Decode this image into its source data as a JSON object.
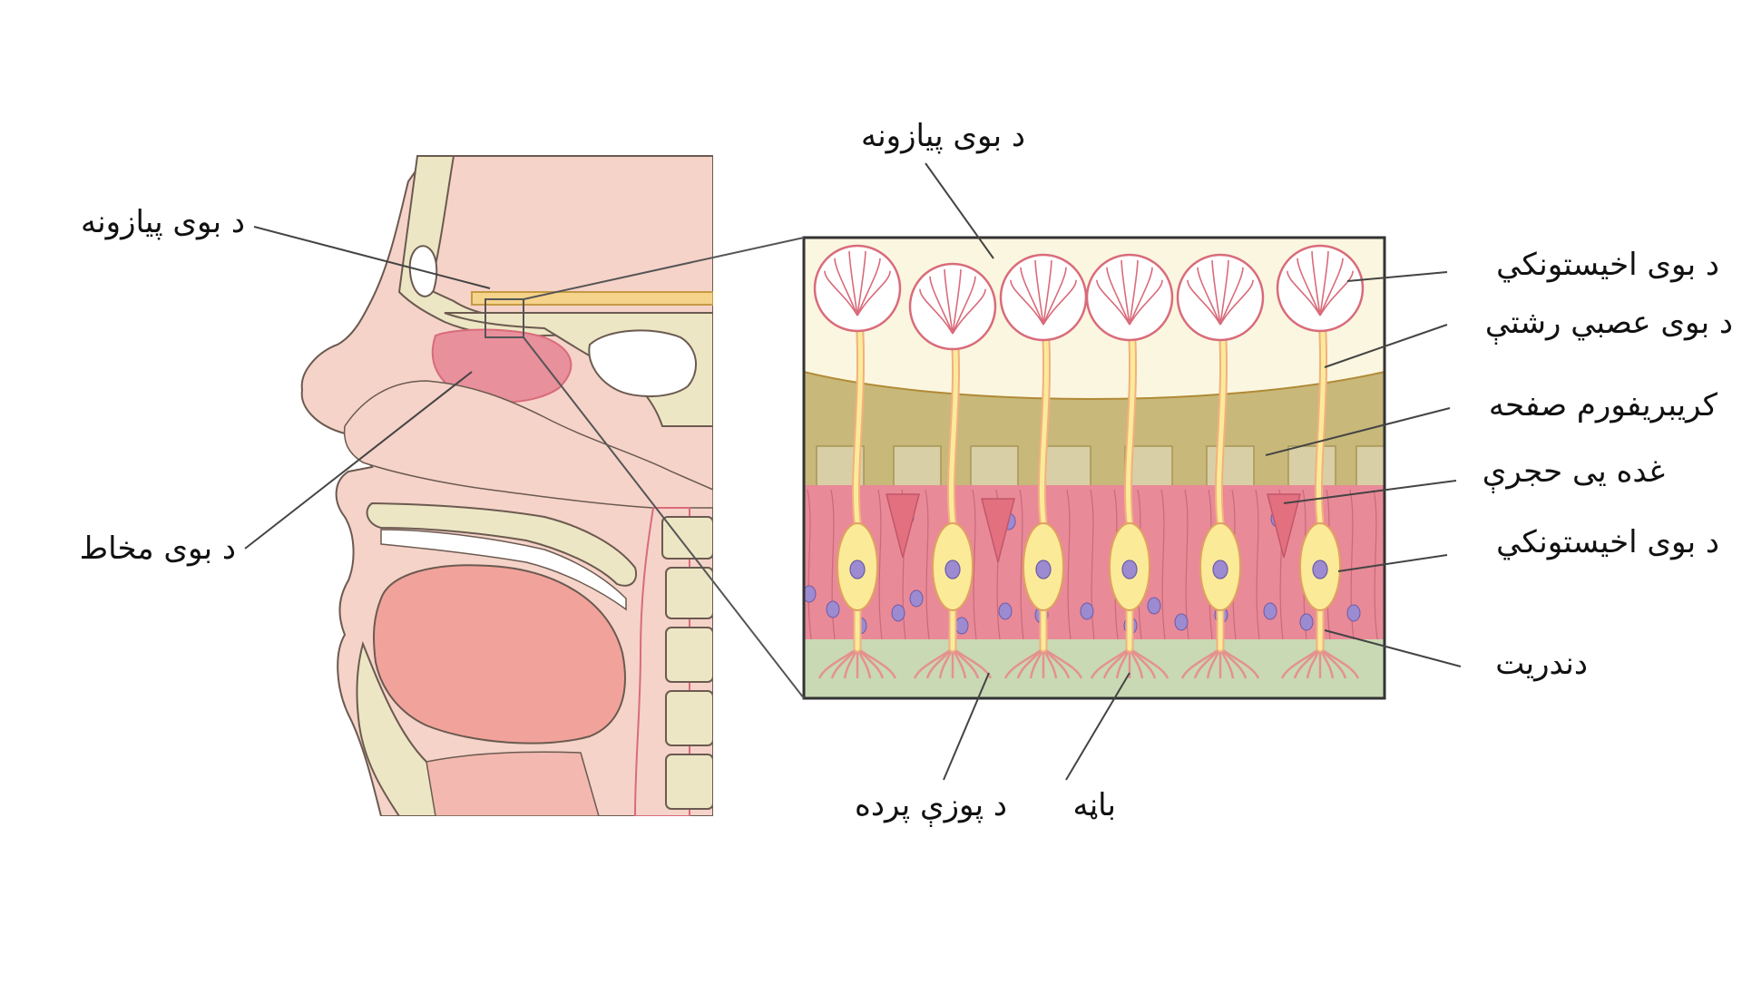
{
  "labels": {
    "bulb_left": "د بوی پیازونه",
    "mucosa_left": "د بوی مخاط",
    "bulb_top": "د بوی پیازونه",
    "mitral_cell": "د بوی اخیستونکي",
    "olfactory_tract": "د بوی عصبي رشتې",
    "cribriform_plate": "کریبریفورم صفحه",
    "gland": "غده یی حجرې",
    "receptor_cell": "د بوی اخیستونکي",
    "dendrite": "دندریت",
    "basal_membrane": "د پوزې پرده",
    "cilia": "باڼه"
  },
  "colors": {
    "skin": "#f5d3c9",
    "bone": "#ede6c4",
    "mucosa": "#e8909c",
    "bulb_bg": "#fbf6df",
    "bone_band": "#c8b87a",
    "epithelium": "#e98a98",
    "basal": "#c9d9b3",
    "neuron": "#fbeb99",
    "nucleus": "#9c8bd0",
    "tongue": "#f1a39b"
  }
}
